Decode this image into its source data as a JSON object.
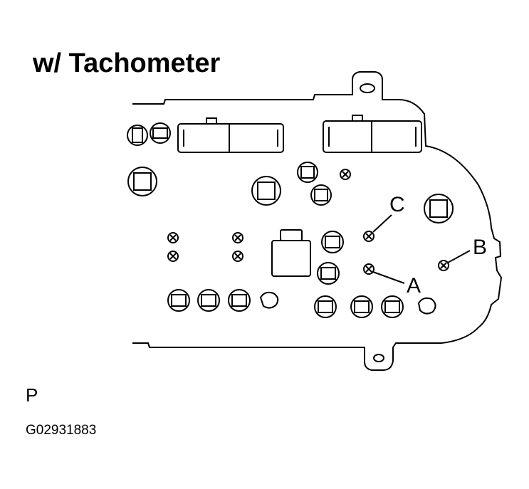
{
  "title": "w/ Tachometer",
  "callouts": {
    "a": "A",
    "b": "B",
    "c": "C"
  },
  "footer": {
    "code_letter": "P",
    "figure_id": "G02931883"
  }
}
